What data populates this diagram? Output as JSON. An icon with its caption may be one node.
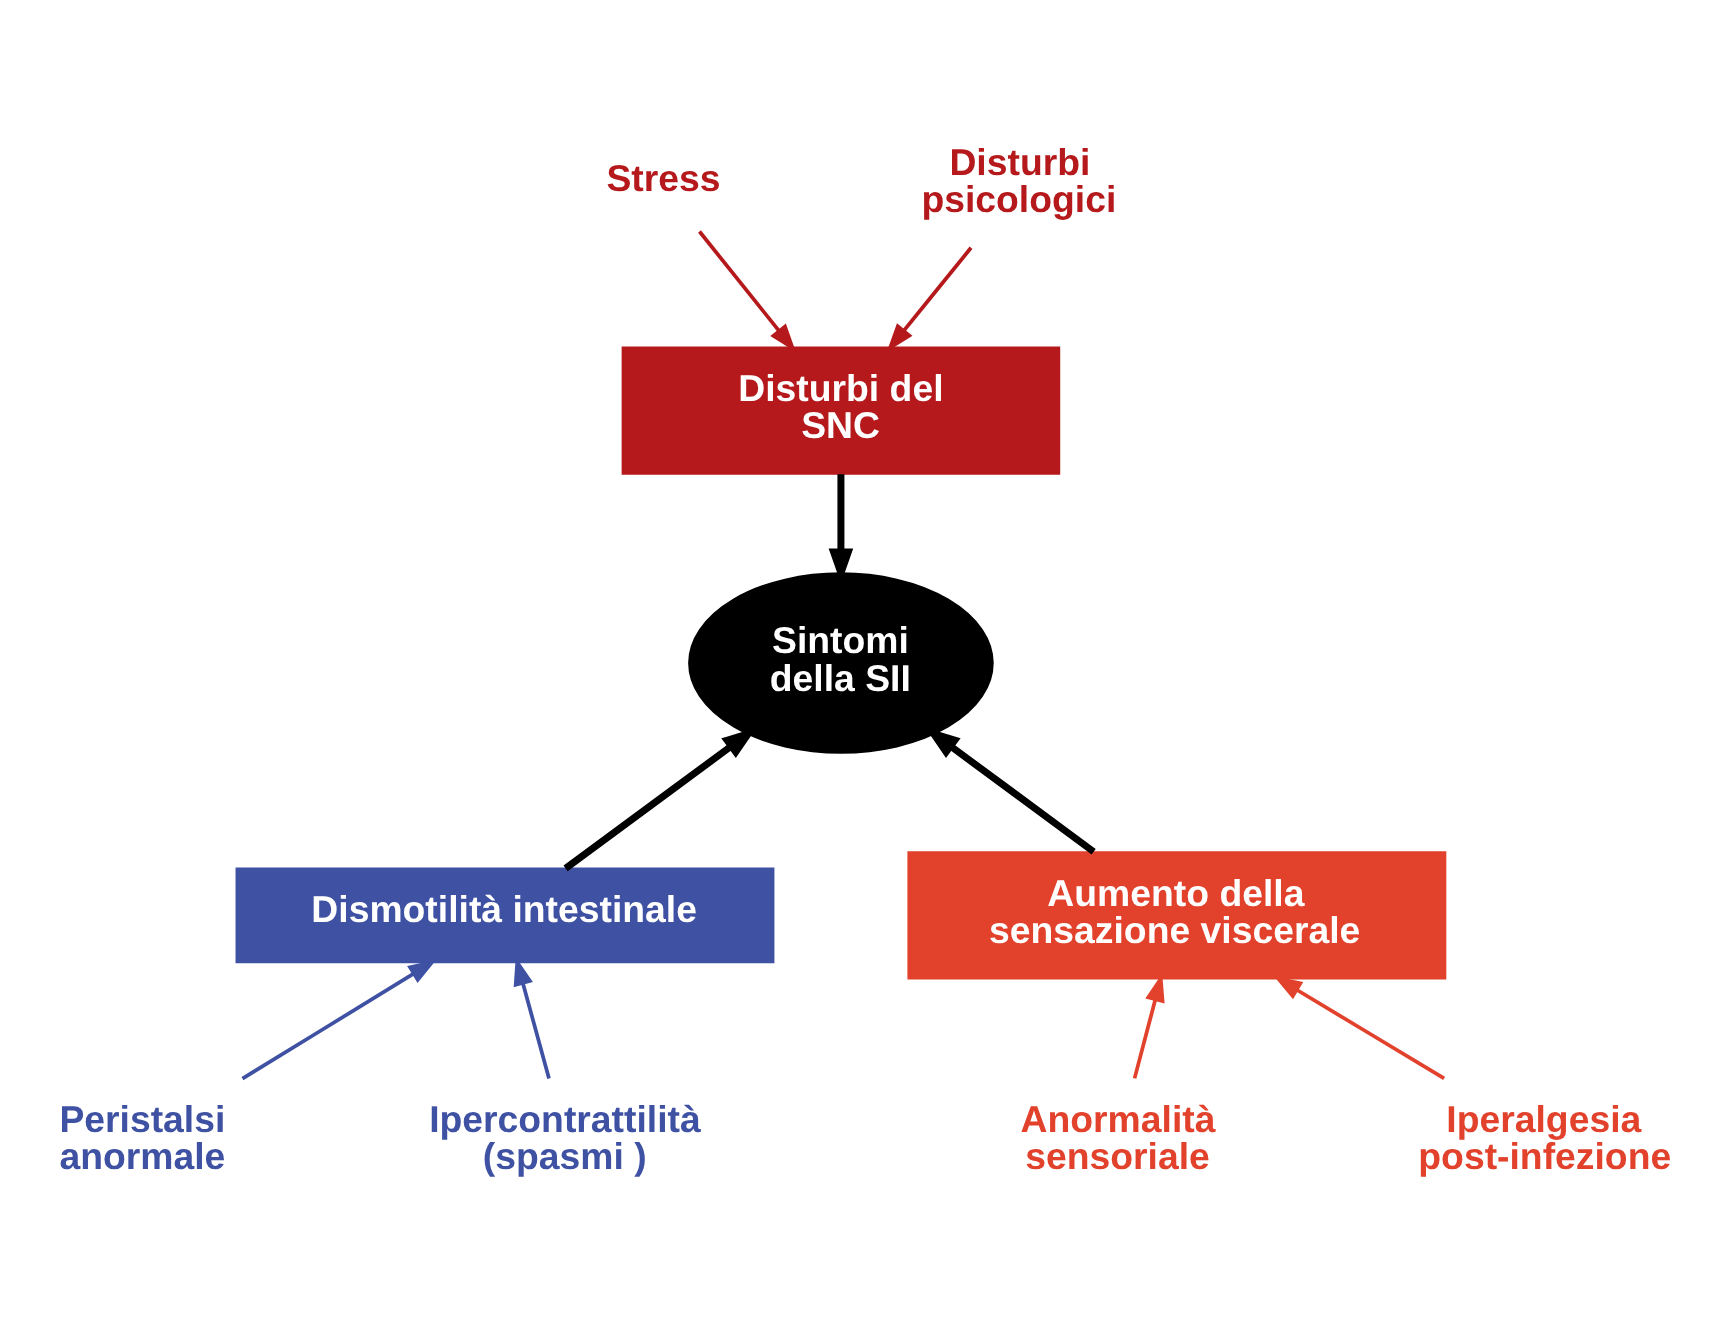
{
  "diagram": {
    "nodes": [
      {
        "text": [
          "Stress"
        ]
      },
      {
        "text": [
          "Disturbi psicologici"
        ]
      },
      {
        "text": [
          "Disturbi del SNC"
        ]
      },
      {
        "text": [
          "Sintomi della SII"
        ]
      },
      {
        "text": [
          "Dismotilità intestinale"
        ]
      },
      {
        "text": [
          "Aumento della sensazione viscerale"
        ]
      },
      {
        "text": [
          "Peristalsi anormale"
        ]
      },
      {
        "text": [
          "Ipercontrattilità (spasmi )"
        ]
      },
      {
        "text": [
          "Anormalità sensoriale"
        ]
      },
      {
        "text": [
          "Iperalgesia post-infezione"
        ]
      }
    ],
    "edges": [
      {
        "from": 0,
        "to": 2,
        "arrow": "to",
        "color": "#b5191b"
      },
      {
        "from": 1,
        "to": 2,
        "arrow": "to",
        "color": "#b5191b"
      },
      {
        "from": 2,
        "to": 3,
        "arrow": "to",
        "style": "thick"
      },
      {
        "from": 4,
        "to": 3,
        "arrow": "to",
        "style": "thick"
      },
      {
        "from": 5,
        "to": 3,
        "arrow": "to",
        "style": "thick"
      },
      {
        "from": 6,
        "to": 4,
        "arrow": "to",
        "color": "#3f51a3"
      },
      {
        "from": 7,
        "to": 4,
        "arrow": "to",
        "color": "#3f51a3"
      },
      {
        "from": 8,
        "to": 5,
        "arrow": "to",
        "color": "#e2412c"
      },
      {
        "from": 9,
        "to": 5,
        "arrow": "to",
        "color": "#e2412c"
      }
    ]
  }
}
